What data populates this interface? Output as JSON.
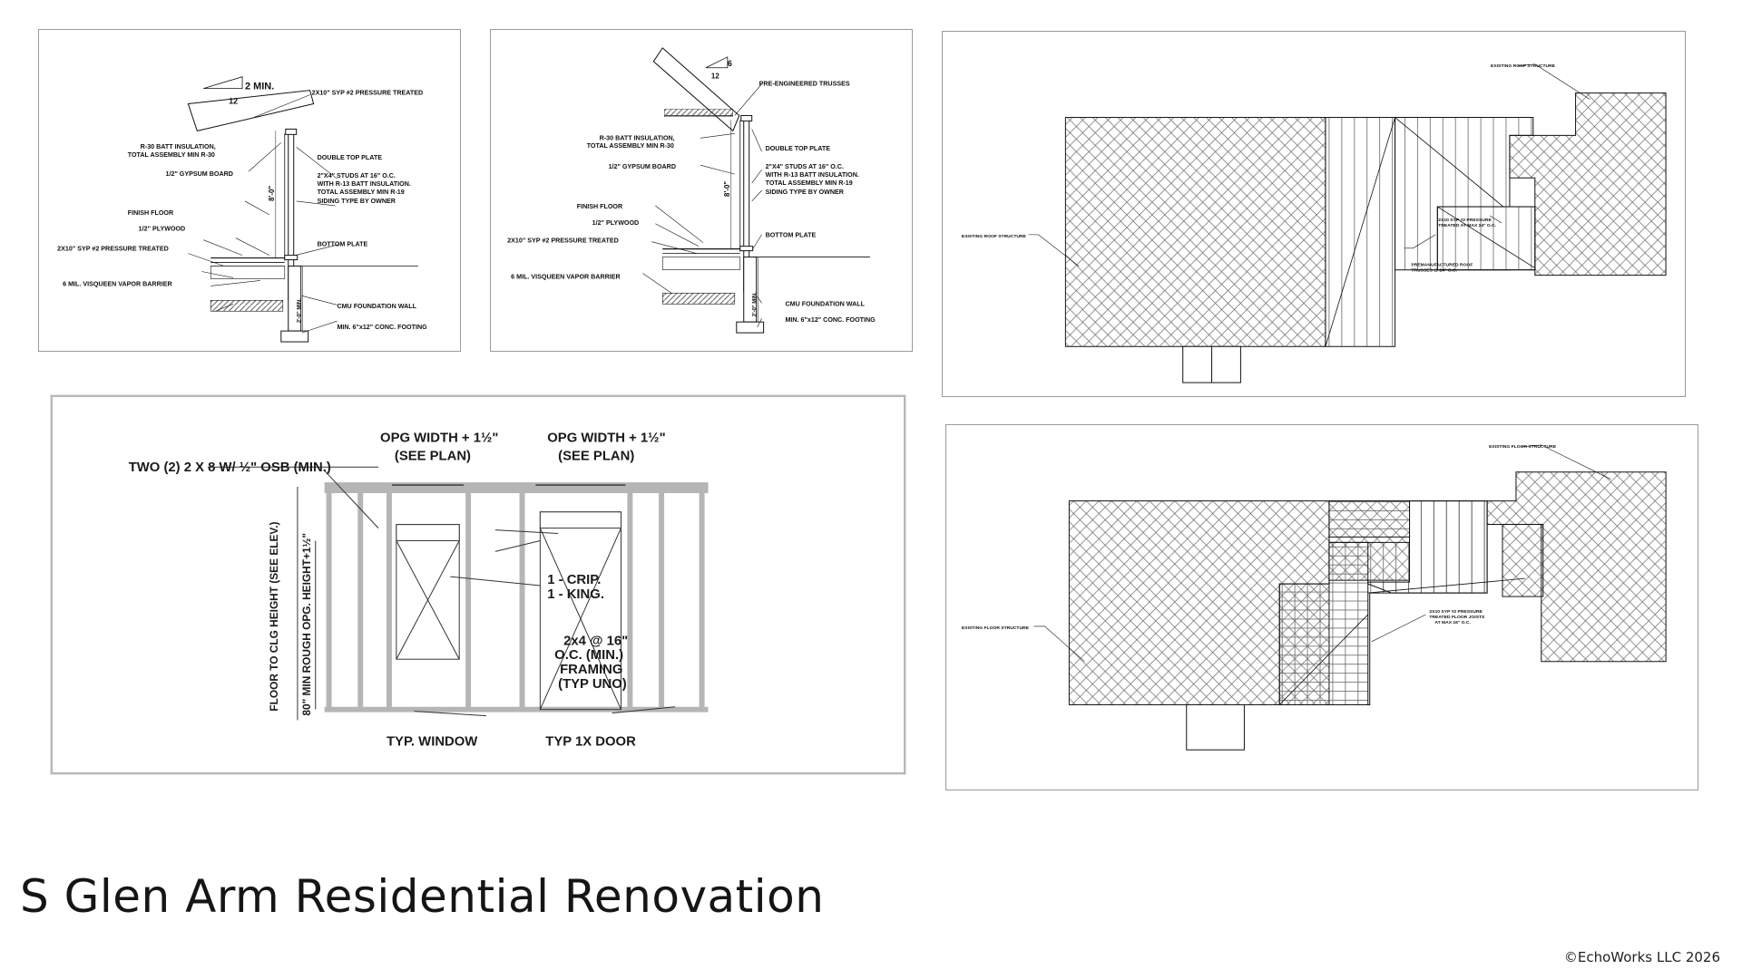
{
  "title": "S Glen Arm Residential Renovation",
  "copyright": "©EchoWorks LLC 2026",
  "section_a": {
    "slope": "2 MIN.",
    "slope_run": "12",
    "labels": {
      "rafter": "2X10\" SYP #2 PRESSURE TREATED",
      "insul": "R-30 BATT INSULATION,",
      "insul2": "TOTAL ASSEMBLY MIN R-30",
      "gyp": "1/2\" GYPSUM BOARD",
      "top": "DOUBLE TOP PLATE",
      "studs": "2\"X4\" STUDS AT 16\" O.C.",
      "studs2": "WITH R-13 BATT INSULATION.",
      "studs3": "TOTAL ASSEMBLY MIN R-19",
      "siding": "SIDING TYPE BY OWNER",
      "floor": "FINISH FLOOR",
      "ply": "1/2\" PLYWOOD",
      "joist": "2X10\" SYP #2 PRESSURE TREATED",
      "bottom": "BOTTOM PLATE",
      "vapor": "6 MIL. VISQUEEN VAPOR BARRIER",
      "cmu": "CMU FOUNDATION WALL",
      "footing": "MIN. 6\"x12\" CONC. FOOTING",
      "height": "8'-0\"",
      "foundation_h": "2'-0\" MIN."
    }
  },
  "section_b": {
    "slope": "6",
    "slope_run": "12",
    "labels": {
      "truss": "PRE-ENGINEERED TRUSSES",
      "insul": "R-30 BATT INSULATION,",
      "insul2": "TOTAL ASSEMBLY MIN R-30",
      "gyp": "1/2\" GYPSUM BOARD",
      "top": "DOUBLE TOP PLATE",
      "studs": "2\"X4\" STUDS AT 16\" O.C.",
      "studs2": "WITH R-13 BATT INSULATION.",
      "studs3": "TOTAL ASSEMBLY MIN R-19",
      "siding": "SIDING TYPE BY OWNER",
      "floor": "FINISH FLOOR",
      "ply": "1/2\" PLYWOOD",
      "joist": "2X10\" SYP #2 PRESSURE TREATED",
      "bottom": "BOTTOM PLATE",
      "vapor": "6 MIL. VISQUEEN VAPOR BARRIER",
      "cmu": "CMU FOUNDATION WALL",
      "footing": "MIN. 6\"x12\" CONC. FOOTING",
      "height": "8'-0\"",
      "foundation_h": "2'-0\" MIN."
    }
  },
  "roof_plan": {
    "existing_top": "EXISTING ROOF STRUCTURE",
    "existing_left": "EXISTING ROOF STRUCTURE",
    "note_a": "2X10 SYP #2 PRESSURE",
    "note_a2": "TREATED AT MAX 24\" O.C.",
    "note_b": "PREMANUFACTURED ROOF",
    "note_b2": "TRUSSES @ 24\" O.C."
  },
  "floor_plan": {
    "existing_top": "EXISTING FLOOR STRUCTURE",
    "existing_left": "EXISTING FLOOR STRUCTURE",
    "note": "2X10 SYP #2 PRESSURE",
    "note2": "TREATED FLOOR JOISTS",
    "note3": "AT MAX 16\" O.C."
  },
  "framing": {
    "header_callout": "TWO (2) 2 X 8 W/ ½\" OSB (MIN.)",
    "opg_1": "OPG WIDTH + 1½\"",
    "opg_2": "OPG WIDTH + 1½\"",
    "see_plan_1": "(SEE PLAN)",
    "see_plan_2": "(SEE PLAN)",
    "crip": "1 - CRIP.",
    "king": "1 - KING.",
    "spacing_1": "2x4 @ 16\"",
    "spacing_2": "O.C. (MIN.)",
    "spacing_3": "FRAMING",
    "spacing_4": "(TYP UNO)",
    "dim_floor": "FLOOR TO CLG HEIGHT (SEE ELEV.)",
    "dim_rough": "80\" MIN ROUGH OPG. HEIGHT+1½\"",
    "window_label": "TYP. WINDOW",
    "door_label": "TYP 1X DOOR"
  }
}
